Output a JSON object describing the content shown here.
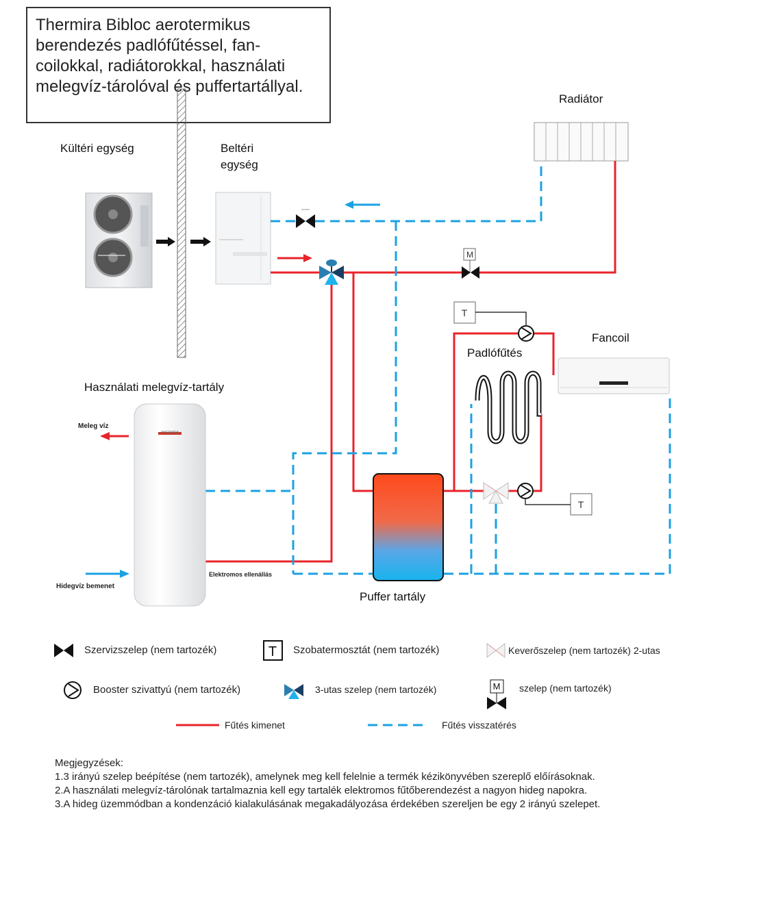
{
  "title": "Thermira Bibloc aerotermikus berendezés padlófűtéssel, fan-coilokkal, radiátorokkal, használati melegvíz-tárolóval és puffertartállyal.",
  "labels": {
    "outdoor_unit": "Kültéri egység",
    "indoor_unit_line1": "Beltéri",
    "indoor_unit_line2": "egység",
    "radiator": "Radiátor",
    "fancoil": "Fancoil",
    "floor_heating": "Padlófűtés",
    "dhw_tank": "Használati melegvíz-tartály",
    "hot_water": "Meleg víz",
    "cold_water_in": "Hidegvíz bemenet",
    "electric_heater": "Elektromos ellenállás",
    "buffer_tank": "Puffer tartály",
    "thermostat_letter": "T",
    "motor_letter": "M",
    "tank_brand": "THERMIRA"
  },
  "legend": {
    "service_valve": "Szervizszelep (nem tartozék)",
    "room_thermostat": "Szobatermosztát (nem tartozék)",
    "mixing_valve": "Keverőszelep (nem tartozék) 2-utas",
    "booster_pump": "Booster szivattyú (nem tartozék)",
    "three_way_valve": "3-utas szelep (nem tartozék)",
    "motor_valve": "szelep (nem tartozék)",
    "heating_out": "Fűtés kimenet",
    "heating_return": "Fűtés visszatérés"
  },
  "notes": {
    "heading": "Megjegyzések:",
    "items": [
      "1.3 irányú szelep beépítése (nem tartozék), amelynek meg kell felelnie a termék kézikönyvében szereplő előírásoknak.",
      "2.A használati melegvíz-tárolónak tartalmaznia kell egy tartalék elektromos fűtőberendezést a nagyon hideg napokra.",
      "3.A hideg üzemmódban a kondenzáció kialakulásának megakadályozása érdekében szereljen be egy 2 irányú szelepet."
    ]
  },
  "colors": {
    "supply": "#e8232a",
    "return": "#1ba1e2",
    "line": "#222222"
  }
}
